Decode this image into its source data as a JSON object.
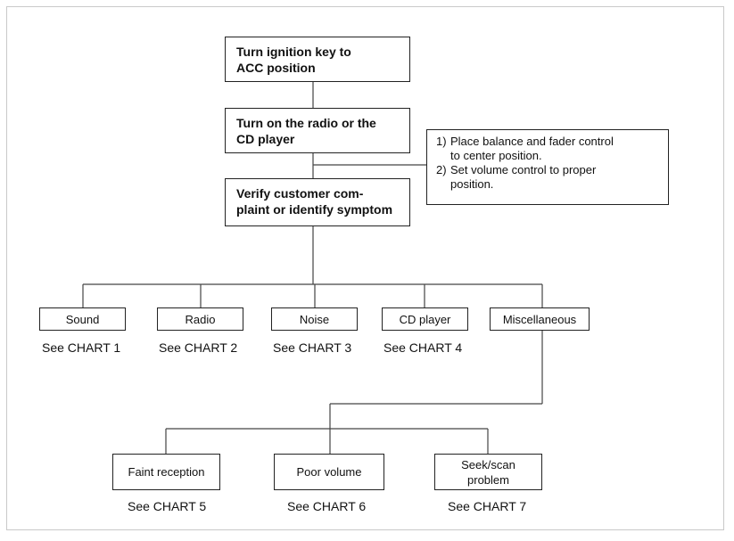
{
  "steps": [
    "Turn ignition key to ACC position",
    "Turn on the radio or the CD player",
    "Verify customer com- plaint  or identify symptom"
  ],
  "steps_lines": [
    [
      "Turn ignition key to",
      "ACC position"
    ],
    [
      "Turn on the radio or the",
      "CD player"
    ],
    [
      "Verify customer com-",
      "plaint  or identify symptom"
    ]
  ],
  "note": {
    "items": [
      {
        "num": "1)",
        "lines": [
          "Place balance and fader control",
          "to center position."
        ]
      },
      {
        "num": "2)",
        "lines": [
          "Set volume control to proper",
          "position."
        ]
      }
    ]
  },
  "categories": [
    {
      "label": "Sound",
      "ref": "See CHART 1"
    },
    {
      "label": "Radio",
      "ref": "See CHART 2"
    },
    {
      "label": "Noise",
      "ref": "See CHART 3"
    },
    {
      "label": "CD player",
      "ref": "See CHART 4"
    },
    {
      "label": "Miscellaneous",
      "ref": ""
    }
  ],
  "sub_categories": [
    {
      "label": "Faint reception",
      "ref": "See CHART 5"
    },
    {
      "label": "Poor volume",
      "ref": "See CHART 6"
    },
    {
      "label": "Seek/scan problem",
      "label_lines": [
        "Seek/scan",
        "problem"
      ],
      "ref": "See CHART 7"
    }
  ]
}
